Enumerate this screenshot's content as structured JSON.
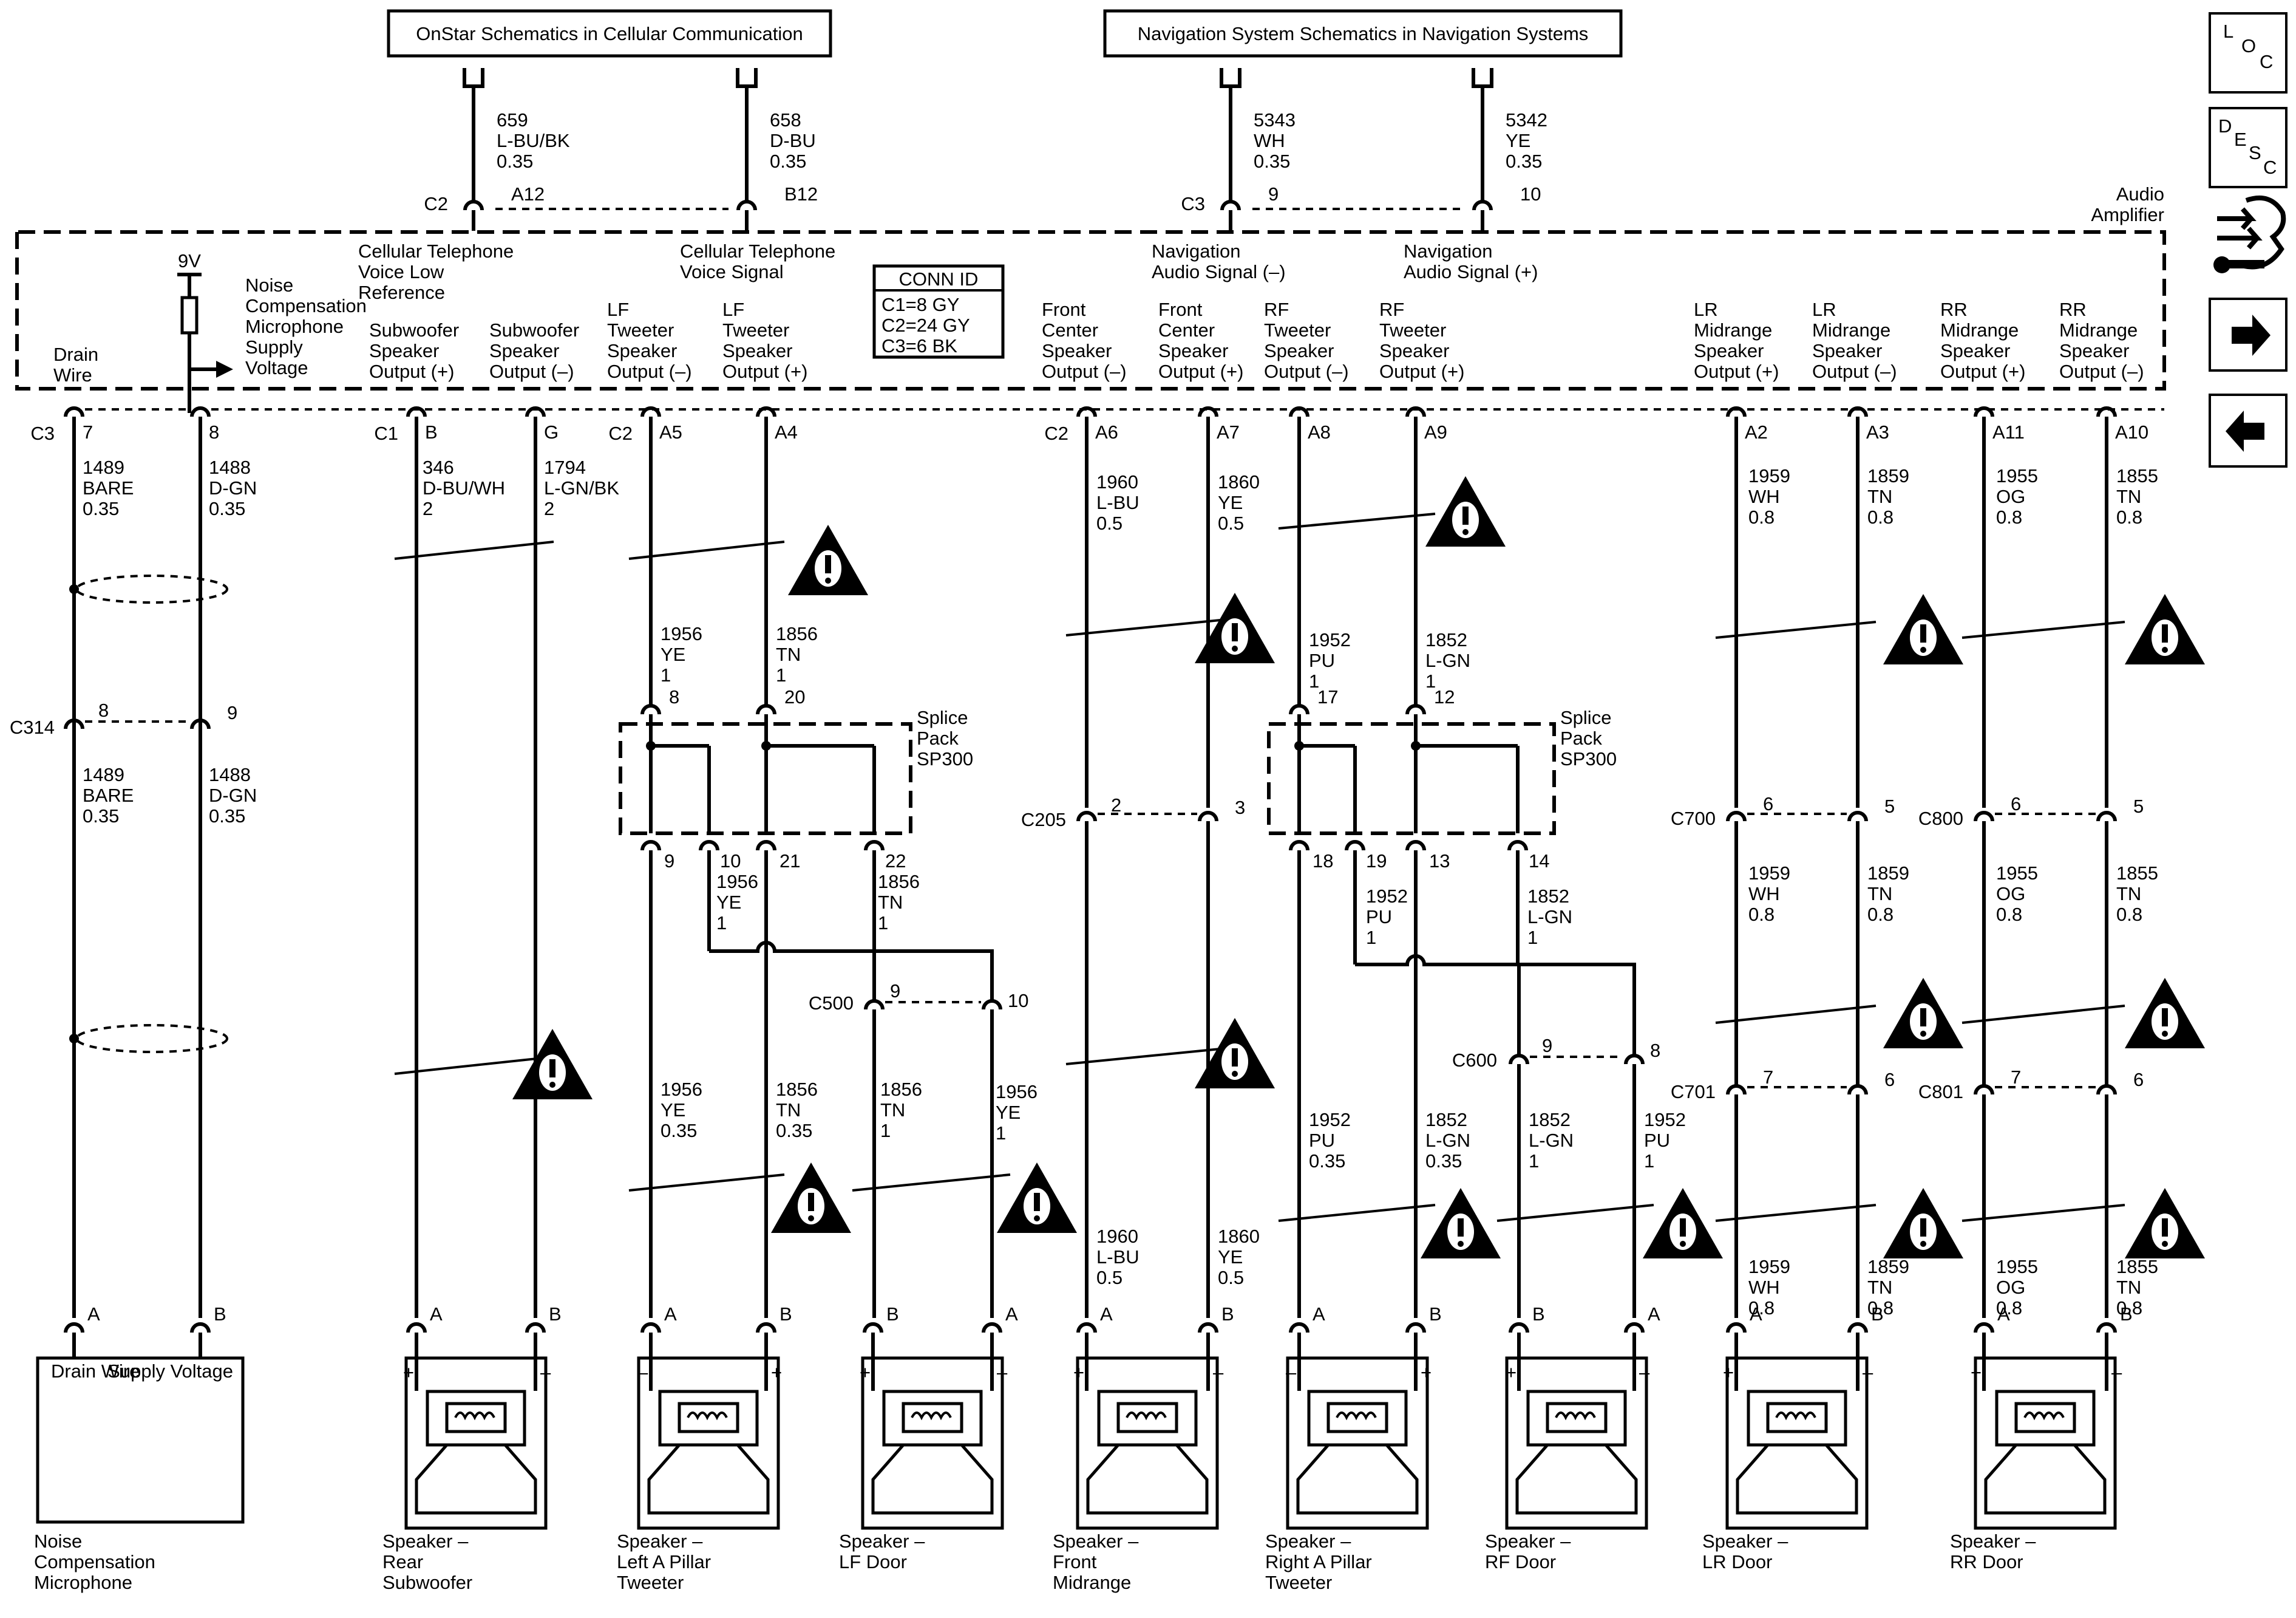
{
  "references": {
    "onstar": "OnStar Schematics in Cellular Communication",
    "navigation": "Navigation System Schematics in Navigation Systems"
  },
  "amplifier": {
    "label_1": "Audio",
    "label_2": "Amplifier"
  },
  "conn_id": {
    "title": "CONN ID",
    "lines": [
      "C1=8 GY",
      "C2=24 GY",
      "C3=6 BK"
    ]
  },
  "top_connections": [
    {
      "wire": [
        "659",
        "L-BU/BK",
        "0.35"
      ],
      "conn": "C2",
      "pin": "A12",
      "label": [
        "Cellular Telephone",
        "Voice Low",
        "Reference"
      ]
    },
    {
      "wire": [
        "658",
        "D-BU",
        "0.35"
      ],
      "conn": "",
      "pin": "B12",
      "label": [
        "Cellular Telephone",
        "Voice Signal"
      ]
    },
    {
      "wire": [
        "5343",
        "WH",
        "0.35"
      ],
      "conn": "C3",
      "pin": "9",
      "label": [
        "Navigation",
        "Audio Signal (–)"
      ]
    },
    {
      "wire": [
        "5342",
        "YE",
        "0.35"
      ],
      "conn": "",
      "pin": "10",
      "label": [
        "Navigation",
        "Audio Signal (+)"
      ]
    }
  ],
  "noise_supply": {
    "voltage": "9V",
    "label": [
      "Noise",
      "Compensation",
      "Microphone",
      "Supply",
      "Voltage"
    ],
    "drain_label": [
      "Drain",
      "Wire"
    ]
  },
  "amp_outputs": [
    {
      "label": [
        "Subwoofer",
        "Speaker",
        "Output (+)"
      ]
    },
    {
      "label": [
        "Subwoofer",
        "Speaker",
        "Output (–)"
      ]
    },
    {
      "label": [
        "LF",
        "Tweeter",
        "Speaker",
        "Output (–)"
      ]
    },
    {
      "label": [
        "LF",
        "Tweeter",
        "Speaker",
        "Output (+)"
      ]
    },
    {
      "label": [
        "Front",
        "Center",
        "Speaker",
        "Output (–)"
      ]
    },
    {
      "label": [
        "Front",
        "Center",
        "Speaker",
        "Output (+)"
      ]
    },
    {
      "label": [
        "RF",
        "Tweeter",
        "Speaker",
        "Output (–)"
      ]
    },
    {
      "label": [
        "RF",
        "Tweeter",
        "Speaker",
        "Output (+)"
      ]
    },
    {
      "label": [
        "LR",
        "Midrange",
        "Speaker",
        "Output (+)"
      ]
    },
    {
      "label": [
        "LR",
        "Midrange",
        "Speaker",
        "Output (–)"
      ]
    },
    {
      "label": [
        "RR",
        "Midrange",
        "Speaker",
        "Output (+)"
      ]
    },
    {
      "label": [
        "RR",
        "Midrange",
        "Speaker",
        "Output (–)"
      ]
    }
  ],
  "amp_pins": {
    "c3": "C3",
    "c3_pins": [
      "7",
      "8"
    ],
    "c1": "C1",
    "c1_pins": [
      "B",
      "G"
    ],
    "c2a": "C2",
    "c2a_pins": [
      "A5",
      "A4"
    ],
    "c2b": "C2",
    "c2b_pins": [
      "A6",
      "A7",
      "A8",
      "A9",
      "A2",
      "A3",
      "A11",
      "A10"
    ]
  },
  "wires": {
    "w1489": [
      "1489",
      "BARE",
      "0.35"
    ],
    "w1488": [
      "1488",
      "D-GN",
      "0.35"
    ],
    "w346": [
      "346",
      "D-BU/WH",
      "2"
    ],
    "w1794": [
      "1794",
      "L-GN/BK",
      "2"
    ],
    "w1956a": [
      "1956",
      "YE",
      "1"
    ],
    "w1856a": [
      "1856",
      "TN",
      "1"
    ],
    "w1960a": [
      "1960",
      "L-BU",
      "0.5"
    ],
    "w1860a": [
      "1860",
      "YE",
      "0.5"
    ],
    "w1952a": [
      "1952",
      "PU",
      "1"
    ],
    "w1852a": [
      "1852",
      "L-GN",
      "1"
    ],
    "w1959": [
      "1959",
      "WH",
      "0.8"
    ],
    "w1859": [
      "1859",
      "TN",
      "0.8"
    ],
    "w1955": [
      "1955",
      "OG",
      "0.8"
    ],
    "w1855": [
      "1855",
      "TN",
      "0.8"
    ],
    "w1956b": [
      "1956",
      "YE",
      "1"
    ],
    "w1856b": [
      "1856",
      "TN",
      "1"
    ],
    "w1956c": [
      "1956",
      "YE",
      "0.35"
    ],
    "w1856c": [
      "1856",
      "TN",
      "0.35"
    ],
    "w1856d": [
      "1856",
      "TN",
      "1"
    ],
    "w1956d": [
      "1956",
      "YE",
      "1"
    ],
    "w1952b": [
      "1952",
      "PU",
      "1"
    ],
    "w1852b": [
      "1852",
      "L-GN",
      "1"
    ],
    "w1952c": [
      "1952",
      "PU",
      "0.35"
    ],
    "w1852c": [
      "1852",
      "L-GN",
      "0.35"
    ],
    "w1852d": [
      "1852",
      "L-GN",
      "1"
    ],
    "w1952d": [
      "1952",
      "PU",
      "1"
    ]
  },
  "inline_connectors": {
    "c314": "C314",
    "c314_pins": [
      "8",
      "9"
    ],
    "c205": "C205",
    "c205_pins": [
      "2",
      "3"
    ],
    "c700": "C700",
    "c700_pins": [
      "6",
      "5"
    ],
    "c800": "C800",
    "c800_pins": [
      "6",
      "5"
    ],
    "c500": "C500",
    "c500_pins": [
      "9",
      "10"
    ],
    "c600": "C600",
    "c600_pins": [
      "9",
      "8"
    ],
    "c701": "C701",
    "c701_pins": [
      "7",
      "6"
    ],
    "c801": "C801",
    "c801_pins": [
      "7",
      "6"
    ]
  },
  "splice_packs": [
    {
      "label": [
        "Splice",
        "Pack",
        "SP300"
      ],
      "in_pins": [
        "8",
        "20"
      ],
      "out_pins": [
        "9",
        "10",
        "21",
        "22"
      ]
    },
    {
      "label": [
        "Splice",
        "Pack",
        "SP300"
      ],
      "in_pins": [
        "17",
        "12"
      ],
      "out_pins": [
        "18",
        "19",
        "13",
        "14"
      ]
    }
  ],
  "devices": [
    {
      "name": [
        "Noise",
        "Compensation",
        "Microphone"
      ],
      "pins": [
        "A",
        "B"
      ],
      "pin_labels": [
        "Drain Wire",
        "Supply Voltage"
      ]
    },
    {
      "name": [
        "Speaker –",
        "Rear",
        "Subwoofer"
      ],
      "pins": [
        "A",
        "B"
      ],
      "pol": [
        "+",
        "–"
      ]
    },
    {
      "name": [
        "Speaker –",
        "Left A Pillar",
        "Tweeter"
      ],
      "pins": [
        "A",
        "B"
      ],
      "pol": [
        "–",
        "+"
      ]
    },
    {
      "name": [
        "Speaker –",
        "LF Door"
      ],
      "pins": [
        "B",
        "A"
      ],
      "pol": [
        "+",
        "–"
      ]
    },
    {
      "name": [
        "Speaker –",
        "Front",
        "Midrange"
      ],
      "pins": [
        "A",
        "B"
      ],
      "pol": [
        "+",
        "–"
      ]
    },
    {
      "name": [
        "Speaker –",
        "Right A Pillar",
        "Tweeter"
      ],
      "pins": [
        "A",
        "B"
      ],
      "pol": [
        "–",
        "+"
      ]
    },
    {
      "name": [
        "Speaker –",
        "RF Door"
      ],
      "pins": [
        "B",
        "A"
      ],
      "pol": [
        "+",
        "–"
      ]
    },
    {
      "name": [
        "Speaker –",
        "LR Door"
      ],
      "pins": [
        "A",
        "B"
      ],
      "pol": [
        "+",
        "–"
      ]
    },
    {
      "name": [
        "Speaker –",
        "RR Door"
      ],
      "pins": [
        "A",
        "B"
      ],
      "pol": [
        "+",
        "–"
      ]
    }
  ],
  "side_nav": {
    "loc": [
      "L",
      "O",
      "C"
    ],
    "desc": [
      "D",
      "E",
      "S",
      "C"
    ],
    "icons": [
      "wrench-icon",
      "arrow-right-icon",
      "arrow-left-icon"
    ]
  }
}
